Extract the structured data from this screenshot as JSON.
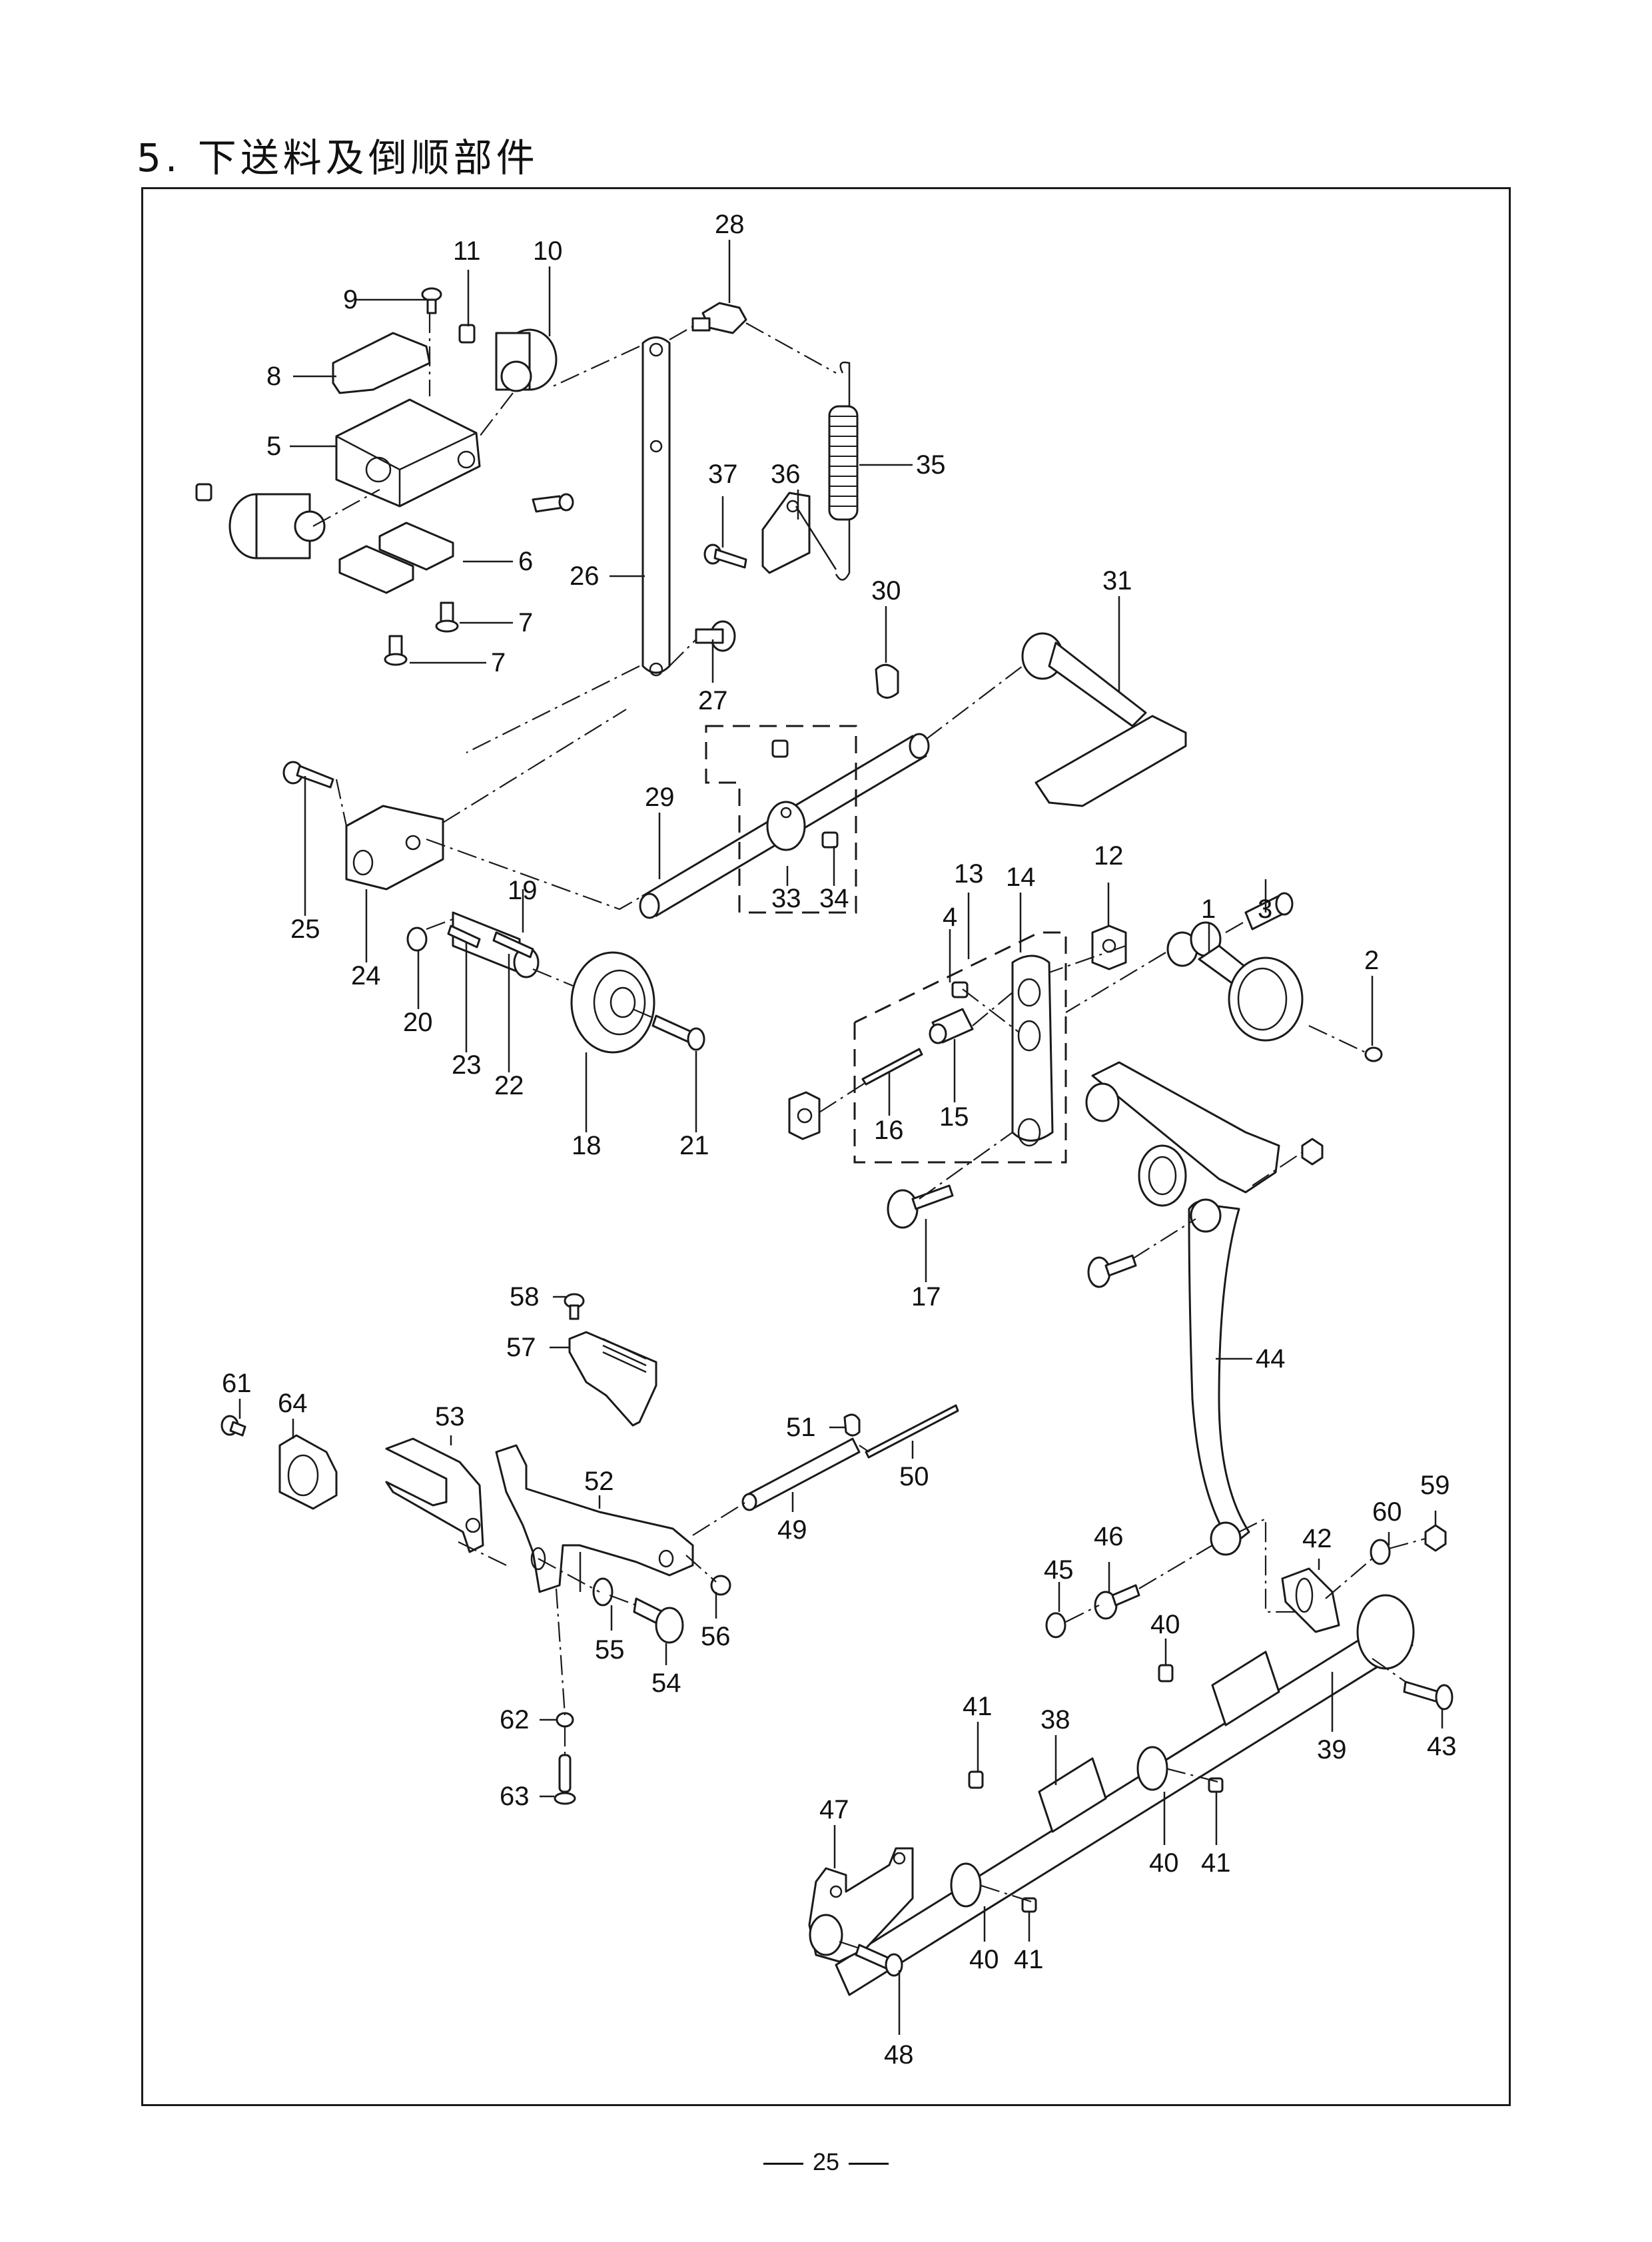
{
  "page": {
    "section_title": "5. 下送料及倒顺部件",
    "page_number": "25"
  },
  "diagram": {
    "type": "exploded-parts-view",
    "callouts": {
      "c1": "1",
      "c2": "2",
      "c3": "3",
      "c4": "4",
      "c5": "5",
      "c6": "6",
      "c7a": "7",
      "c7b": "7",
      "c8": "8",
      "c9": "9",
      "c10": "10",
      "c11": "11",
      "c12": "12",
      "c13": "13",
      "c14": "14",
      "c15": "15",
      "c16": "16",
      "c17": "17",
      "c18": "18",
      "c19": "19",
      "c20": "20",
      "c21": "21",
      "c22": "22",
      "c23": "23",
      "c24": "24",
      "c25": "25",
      "c26": "26",
      "c27": "27",
      "c28": "28",
      "c29": "29",
      "c30": "30",
      "c31": "31",
      "c33": "33",
      "c34": "34",
      "c35": "35",
      "c36": "36",
      "c37": "37",
      "c38": "38",
      "c39": "39",
      "c40a": "40",
      "c40b": "40",
      "c40c": "40",
      "c41a": "41",
      "c41b": "41",
      "c41c": "41",
      "c42": "42",
      "c43": "43",
      "c44": "44",
      "c45": "45",
      "c46": "46",
      "c47": "47",
      "c48": "48",
      "c49": "49",
      "c50": "50",
      "c51": "51",
      "c52": "52",
      "c53": "53",
      "c54": "54",
      "c55": "55",
      "c56": "56",
      "c57": "57",
      "c58": "58",
      "c59": "59",
      "c60": "60",
      "c61": "61",
      "c62": "62",
      "c63": "63",
      "c64": "64"
    }
  }
}
